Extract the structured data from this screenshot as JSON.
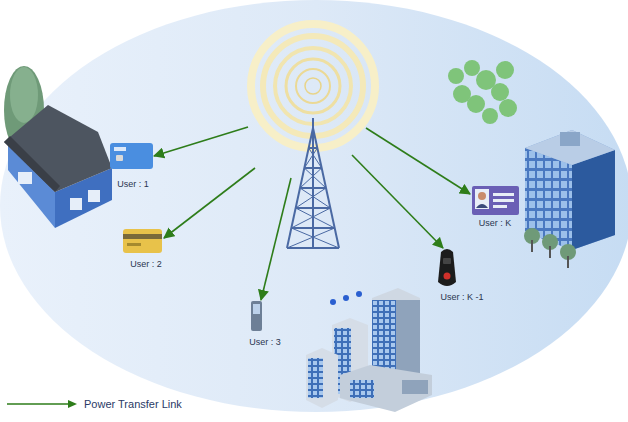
{
  "diagram": {
    "nodes": [
      {
        "text": [
          "User : 1"
        ]
      },
      {
        "text": [
          "User : 2"
        ]
      },
      {
        "text": [
          "User : 3"
        ]
      },
      {
        "text": [
          "User : K -1"
        ]
      },
      {
        "text": [
          "User : K"
        ]
      }
    ],
    "legend": [
      {
        "text": "Power Transfer Link"
      }
    ]
  }
}
